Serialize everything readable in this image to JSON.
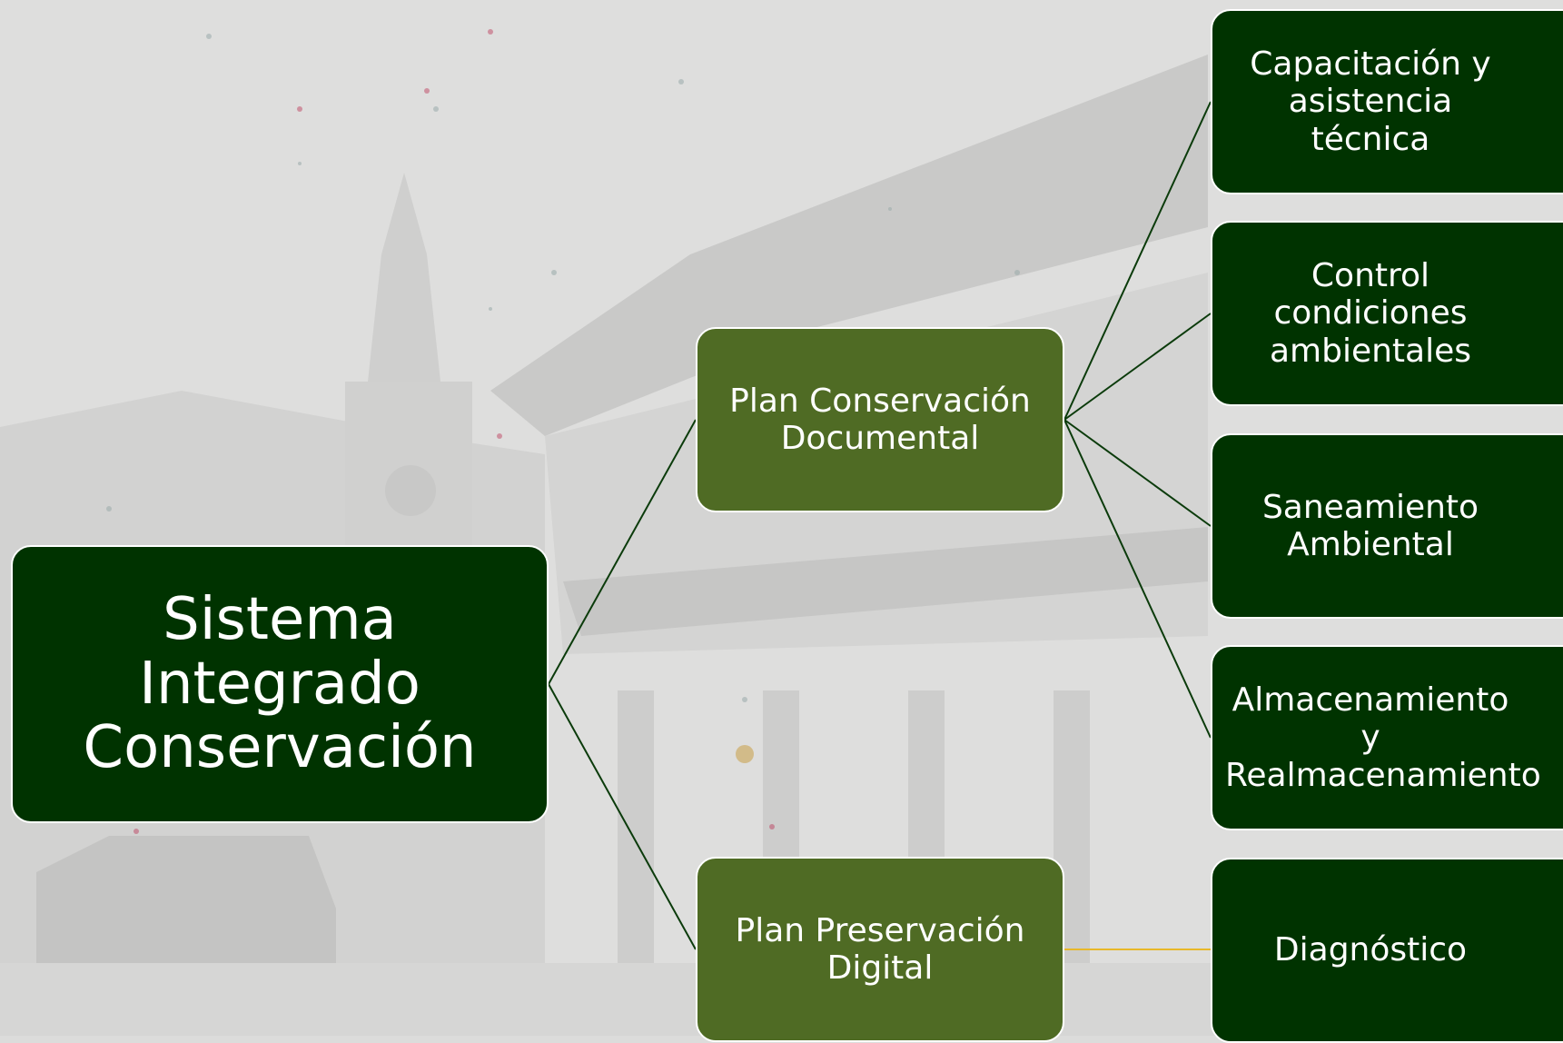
{
  "colors": {
    "background": "#dcdcdb",
    "root_fill": "#003300",
    "mid_fill": "#4f6b24",
    "leaf_fill": "#003300",
    "connector": "#0b3b0b",
    "highlight_connector": "#e8b82a"
  },
  "diagram": {
    "root": {
      "label": "Sistema\nIntegrado\nConservación"
    },
    "branches": [
      {
        "label": "Plan  Conservación\nDocumental",
        "children": [
          "Capacitación y asistencia técnica",
          "Control condiciones ambientales",
          "Saneamiento Ambiental",
          "Almacenamiento y Realmacenamiento"
        ]
      },
      {
        "label": "Plan Preservación\nDigital",
        "children": [
          "Diagnóstico"
        ]
      }
    ]
  }
}
